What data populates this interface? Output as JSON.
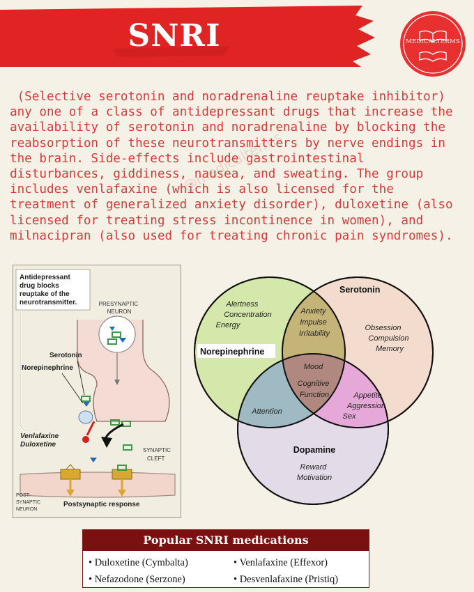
{
  "header": {
    "title": "SNRI",
    "logo_text": "MEDICALTERMS"
  },
  "colors": {
    "banner_red": "#e02424",
    "text_red": "#d83a3a",
    "table_header": "#7b1010",
    "circle_norepinephrine": "#cfe6a0",
    "circle_serotonin": "#f2d2c2",
    "circle_dopamine": "#d8cdea"
  },
  "description": {
    "lines": [
      " (Selective serotonin and noradrenaline reuptake inhibitor)",
      "any one of a class of antidepressant drugs that increase the",
      "availability of serotonin and noradrenaline by blocking the",
      "reabsorption of these neurotransmitters by nerve endings in",
      "the brain. Side-effects include gastrointestinal",
      "disturbances, giddiness, nausea, and sweating. The group",
      "includes venlafaxine (which is also licensed for the",
      "treatment of generalized anxiety disorder), duloxetine (also",
      "licensed for treating stress incontinence in women), and",
      "milnacipran (also used for treating chronic pain syndromes)."
    ],
    "watermark": "@medicalterms"
  },
  "figure": {
    "callout_lines": [
      "Antidepressant",
      "drug blocks",
      "reuptake of the",
      "neurotransmitter."
    ],
    "presynaptic_lines": [
      "PRESYNAPTIC",
      "NEURON"
    ],
    "serotonin": "Serotonin",
    "norepinephrine": "Norepinephrine",
    "drugs_lines": [
      "Venlafaxine",
      "Duloxetine"
    ],
    "cleft_lines": [
      "SYNAPTIC",
      "CLEFT"
    ],
    "postsynaptic_lines": [
      "POST-",
      "SYNAPTIC",
      "NEURON"
    ],
    "response": "Postsynaptic response"
  },
  "venn": {
    "norepinephrine": {
      "title": "Norepinephrine",
      "items": [
        "Alertness",
        "Concentration",
        "Energy"
      ]
    },
    "serotonin": {
      "title": "Serotonin",
      "items": [
        "Obsession",
        "Compulsion",
        "Memory"
      ]
    },
    "dopamine": {
      "title": "Dopamine",
      "items": [
        "Reward",
        "Motivation"
      ]
    },
    "ne_ser": [
      "Anxiety",
      "Impulse",
      "Irritability"
    ],
    "center": [
      "Mood",
      "Cognitive",
      "Function"
    ],
    "ser_dop": [
      "Appetite",
      "Aggression",
      "Sex"
    ],
    "ne_dop": [
      "Attention"
    ]
  },
  "medications": {
    "title": "Popular SNRI medications",
    "items": [
      "• Duloxetine (Cymbalta)",
      "• Venlafaxine (Effexor)",
      "• Nefazodone (Serzone)",
      "• Desvenlafaxine (Pristiq)"
    ]
  }
}
